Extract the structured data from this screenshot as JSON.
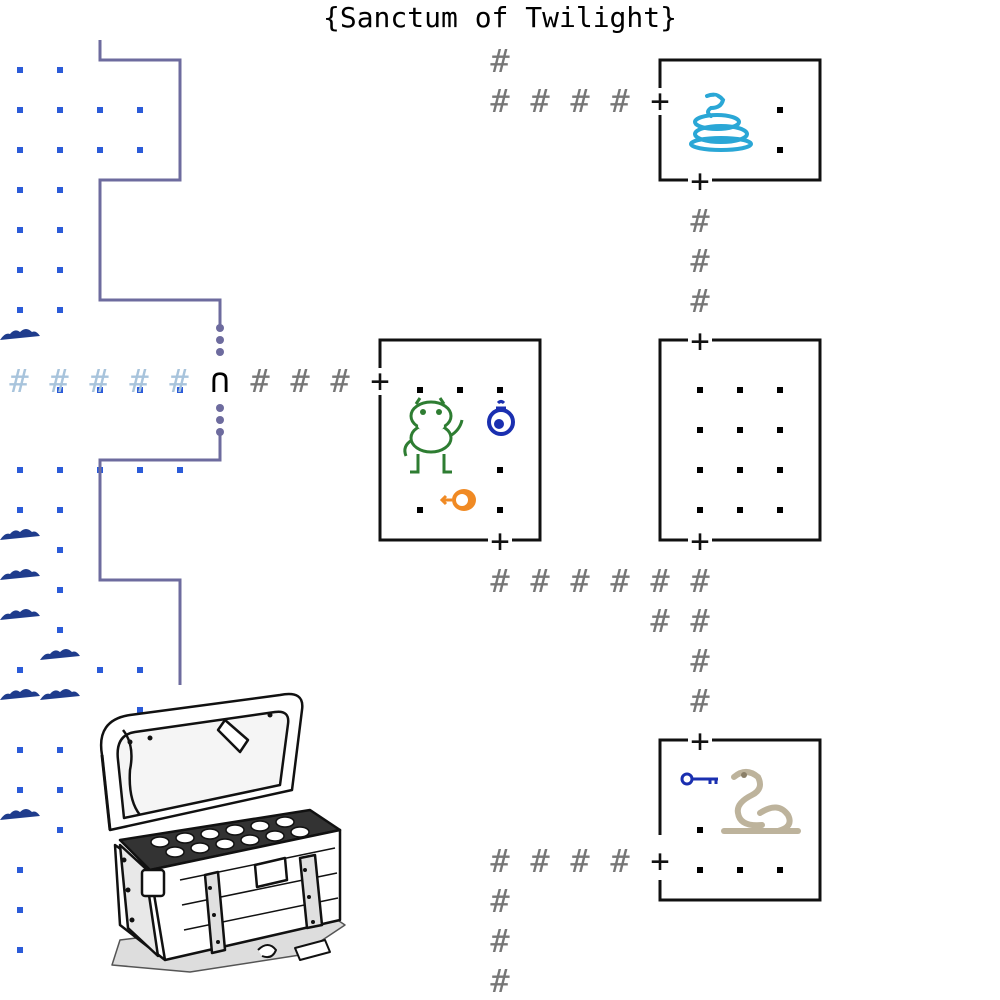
{
  "title": "{Sanctum of Twilight}",
  "tiles": {
    "corridor": "#",
    "door": "+",
    "floor": ".",
    "archway": "∩"
  },
  "colors": {
    "wall": "#111111",
    "corridor": "#777777",
    "lit_corridor": "#a8c4dc",
    "water_dot": "#2b5bd8",
    "wave": "#1f3c8c",
    "river_bank": "#6d6b9e",
    "chain": "#6d6b9e",
    "monster_frog": "#2e7d32",
    "monster_snake": "#2aa7d6",
    "monster_ghost_snake": "#bdb39c",
    "item_potion": "#1a2fb0",
    "item_meat": "#f08a24",
    "item_key": "#1a2fb0"
  },
  "entities": [
    {
      "name": "frog-monster",
      "kind": "monster"
    },
    {
      "name": "snake-monster",
      "kind": "monster"
    },
    {
      "name": "ghost-snake-monster",
      "kind": "monster"
    },
    {
      "name": "potion",
      "kind": "item"
    },
    {
      "name": "meat",
      "kind": "item"
    },
    {
      "name": "key",
      "kind": "item"
    },
    {
      "name": "treasure-chest",
      "kind": "item"
    }
  ]
}
